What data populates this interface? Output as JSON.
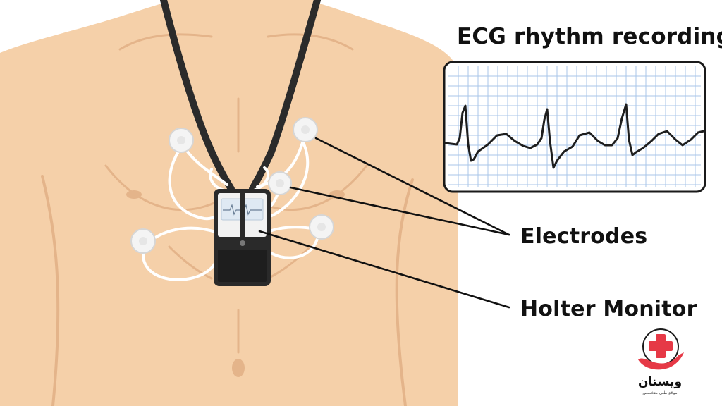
{
  "labels": {
    "ecg_title": "ECG rhythm recording",
    "electrodes": "Electrodes",
    "holter_monitor": "Holter Monitor"
  },
  "logo": {
    "name": "ويستان",
    "tagline": "موقع طبي متخصص"
  },
  "colors": {
    "skin": "#f5d0a9",
    "skin_shadow": "#e4b48a",
    "lanyard": "#2b2b2b",
    "ecg_grid": "#a9c6e8",
    "ecg_trace": "#1e1e1e",
    "logo_red": "#e63946"
  }
}
